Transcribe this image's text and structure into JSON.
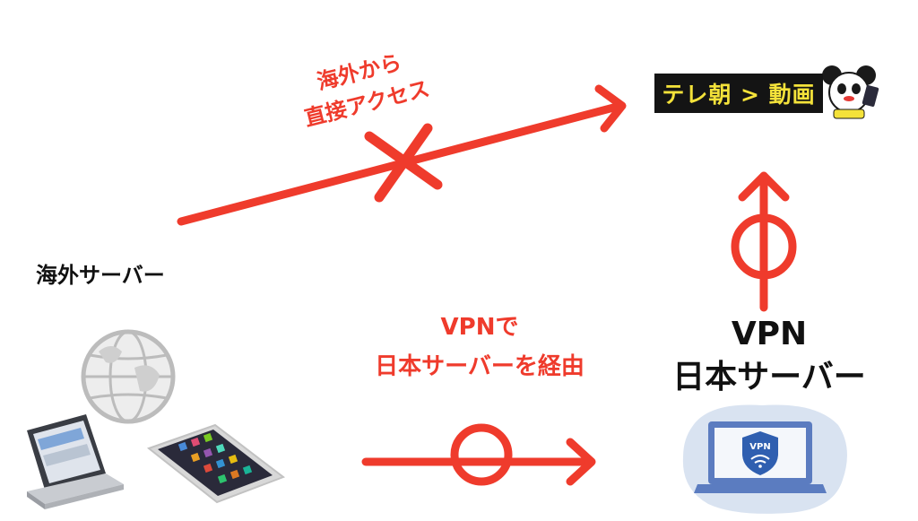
{
  "labels": {
    "direct_access": [
      "海外から",
      "直接アクセス"
    ],
    "overseas_server": "海外サーバー",
    "vpn_route": [
      "VPNで",
      "日本サーバーを経由"
    ],
    "vpn_server": [
      "VPN",
      "日本サーバー"
    ]
  },
  "logo": {
    "text": "テレ朝 > 動画"
  },
  "vpn_shield_text": "VPN",
  "colors": {
    "accent_red": "#ef3b2c",
    "logo_bg": "#141414",
    "logo_text": "#f4e23a",
    "laptop_blue": "#5b7cc0"
  },
  "icons": [
    "x-mark-icon",
    "circle-mark-icon",
    "globe-icon",
    "laptop-icon",
    "smartphone-icon",
    "vpn-laptop-icon",
    "shield-icon",
    "mascot-icon"
  ]
}
